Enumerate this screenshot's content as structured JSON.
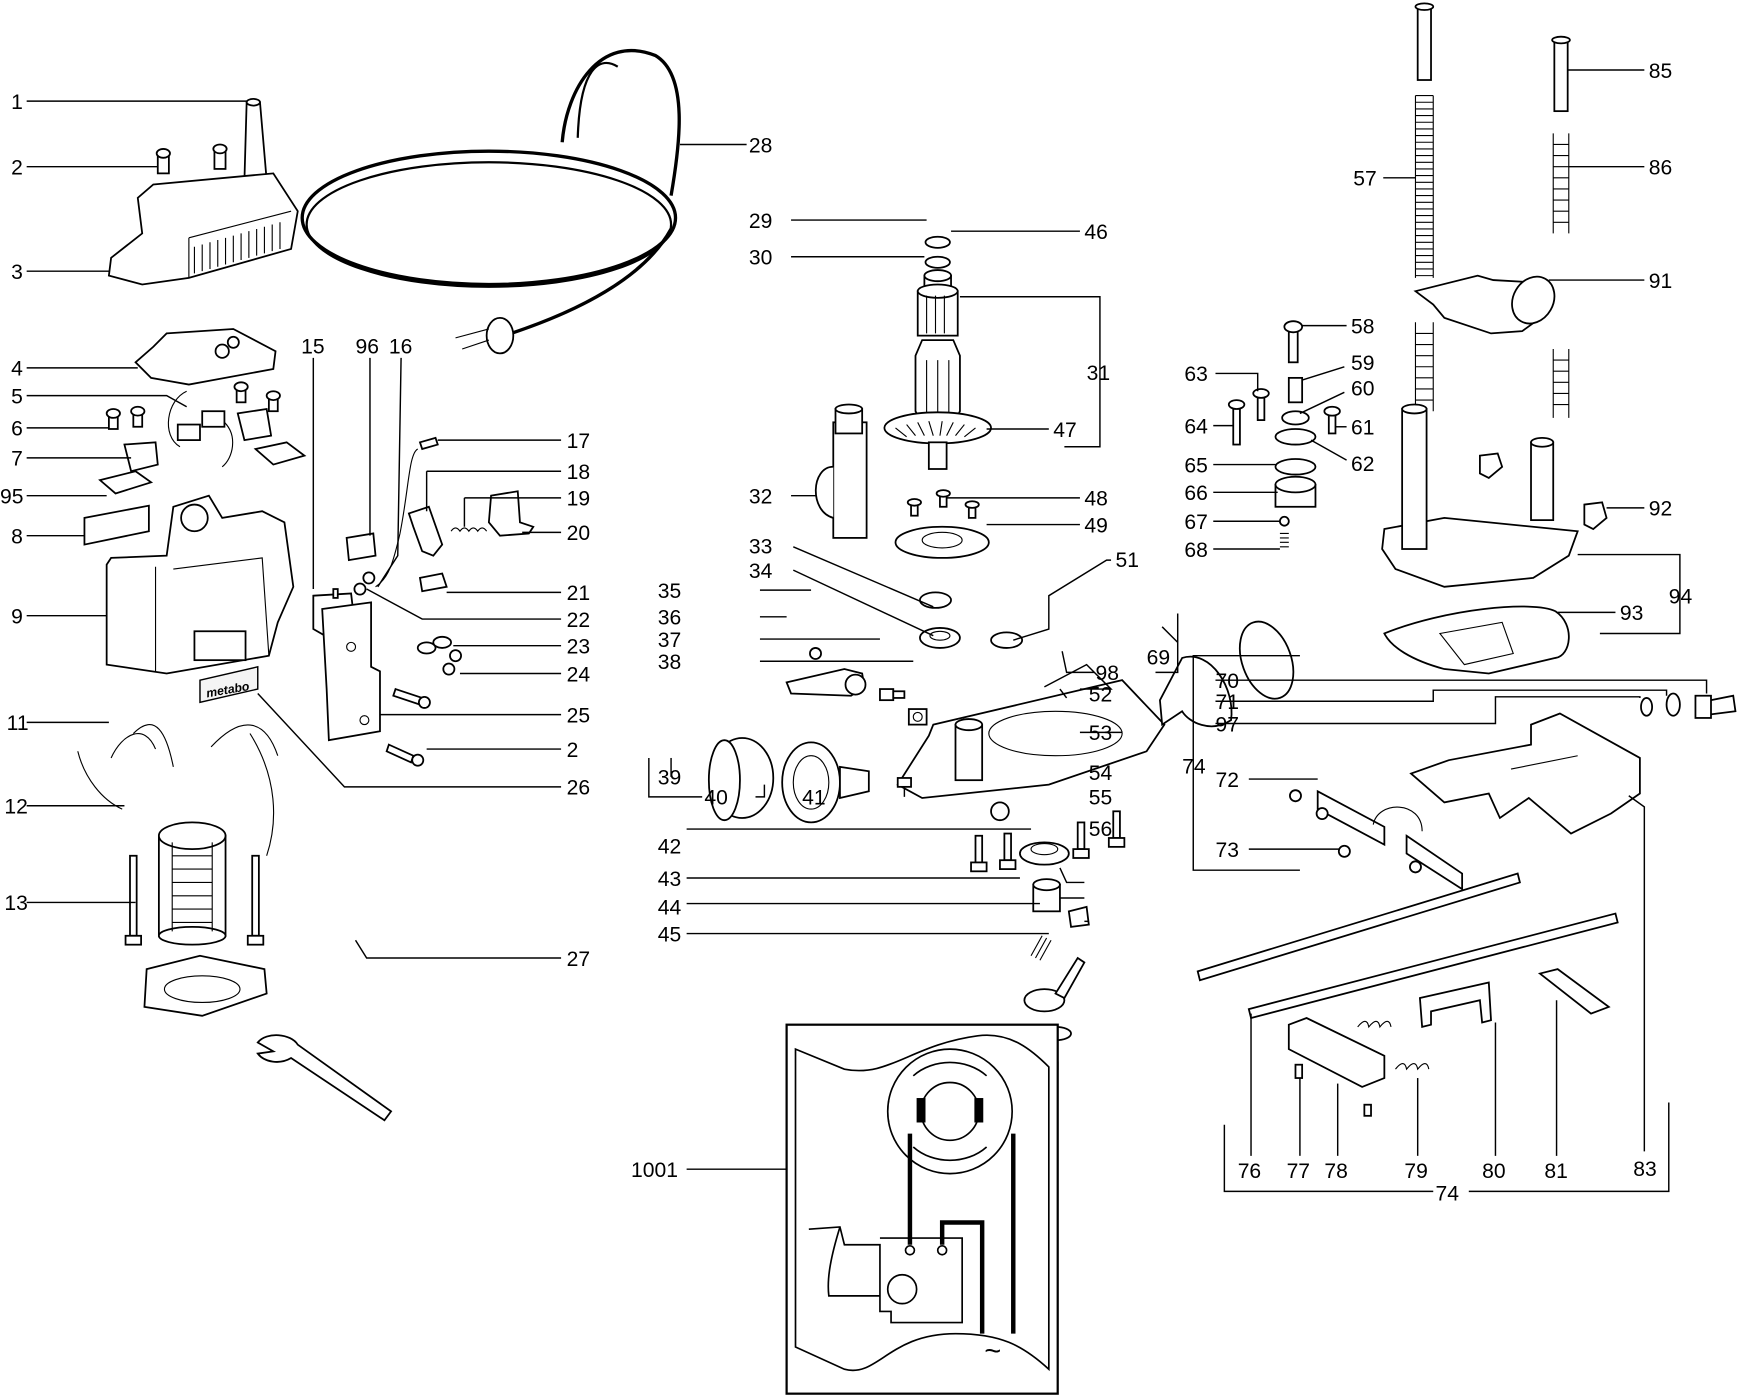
{
  "title": "Router exploded parts diagram",
  "brand_text": "metabo",
  "inset_label": "1001",
  "inset_symbol": "~",
  "labels": [
    {
      "id": "1",
      "text": "1"
    },
    {
      "id": "2",
      "text": "2"
    },
    {
      "id": "3",
      "text": "3"
    },
    {
      "id": "4",
      "text": "4"
    },
    {
      "id": "5",
      "text": "5"
    },
    {
      "id": "6",
      "text": "6"
    },
    {
      "id": "7",
      "text": "7"
    },
    {
      "id": "95",
      "text": "95"
    },
    {
      "id": "8",
      "text": "8"
    },
    {
      "id": "9",
      "text": "9"
    },
    {
      "id": "11",
      "text": "11"
    },
    {
      "id": "12",
      "text": "12"
    },
    {
      "id": "13",
      "text": "13"
    },
    {
      "id": "15",
      "text": "15"
    },
    {
      "id": "96",
      "text": "96"
    },
    {
      "id": "16",
      "text": "16"
    },
    {
      "id": "17",
      "text": "17"
    },
    {
      "id": "18",
      "text": "18"
    },
    {
      "id": "19",
      "text": "19"
    },
    {
      "id": "20",
      "text": "20"
    },
    {
      "id": "21",
      "text": "21"
    },
    {
      "id": "22",
      "text": "22"
    },
    {
      "id": "23",
      "text": "23"
    },
    {
      "id": "24",
      "text": "24"
    },
    {
      "id": "25",
      "text": "25"
    },
    {
      "id": "2b",
      "text": "2"
    },
    {
      "id": "26",
      "text": "26"
    },
    {
      "id": "27",
      "text": "27"
    },
    {
      "id": "28",
      "text": "28"
    },
    {
      "id": "29",
      "text": "29"
    },
    {
      "id": "46",
      "text": "46"
    },
    {
      "id": "30",
      "text": "30"
    },
    {
      "id": "31",
      "text": "31"
    },
    {
      "id": "47",
      "text": "47"
    },
    {
      "id": "32",
      "text": "32"
    },
    {
      "id": "48",
      "text": "48"
    },
    {
      "id": "49",
      "text": "49"
    },
    {
      "id": "33",
      "text": "33"
    },
    {
      "id": "34",
      "text": "34"
    },
    {
      "id": "51",
      "text": "51"
    },
    {
      "id": "35",
      "text": "35"
    },
    {
      "id": "36",
      "text": "36"
    },
    {
      "id": "37",
      "text": "37"
    },
    {
      "id": "38",
      "text": "38"
    },
    {
      "id": "69",
      "text": "69"
    },
    {
      "id": "98",
      "text": "98"
    },
    {
      "id": "52",
      "text": "52"
    },
    {
      "id": "53",
      "text": "53"
    },
    {
      "id": "39",
      "text": "39"
    },
    {
      "id": "40",
      "text": "40"
    },
    {
      "id": "41",
      "text": "41"
    },
    {
      "id": "54",
      "text": "54"
    },
    {
      "id": "55",
      "text": "55"
    },
    {
      "id": "56",
      "text": "56"
    },
    {
      "id": "42",
      "text": "42"
    },
    {
      "id": "43",
      "text": "43"
    },
    {
      "id": "44",
      "text": "44"
    },
    {
      "id": "45",
      "text": "45"
    },
    {
      "id": "85",
      "text": "85"
    },
    {
      "id": "57",
      "text": "57"
    },
    {
      "id": "86",
      "text": "86"
    },
    {
      "id": "91",
      "text": "91"
    },
    {
      "id": "58",
      "text": "58"
    },
    {
      "id": "63",
      "text": "63"
    },
    {
      "id": "59",
      "text": "59"
    },
    {
      "id": "60",
      "text": "60"
    },
    {
      "id": "64",
      "text": "64"
    },
    {
      "id": "61",
      "text": "61"
    },
    {
      "id": "62",
      "text": "62"
    },
    {
      "id": "65",
      "text": "65"
    },
    {
      "id": "66",
      "text": "66"
    },
    {
      "id": "67",
      "text": "67"
    },
    {
      "id": "68",
      "text": "68"
    },
    {
      "id": "92",
      "text": "92"
    },
    {
      "id": "94",
      "text": "94"
    },
    {
      "id": "93",
      "text": "93"
    },
    {
      "id": "70",
      "text": "70"
    },
    {
      "id": "71",
      "text": "71"
    },
    {
      "id": "97",
      "text": "97"
    },
    {
      "id": "74a",
      "text": "74"
    },
    {
      "id": "72",
      "text": "72"
    },
    {
      "id": "73",
      "text": "73"
    },
    {
      "id": "76",
      "text": "76"
    },
    {
      "id": "77",
      "text": "77"
    },
    {
      "id": "78",
      "text": "78"
    },
    {
      "id": "79",
      "text": "79"
    },
    {
      "id": "80",
      "text": "80"
    },
    {
      "id": "81",
      "text": "81"
    },
    {
      "id": "83",
      "text": "83"
    },
    {
      "id": "74b",
      "text": "74"
    }
  ]
}
